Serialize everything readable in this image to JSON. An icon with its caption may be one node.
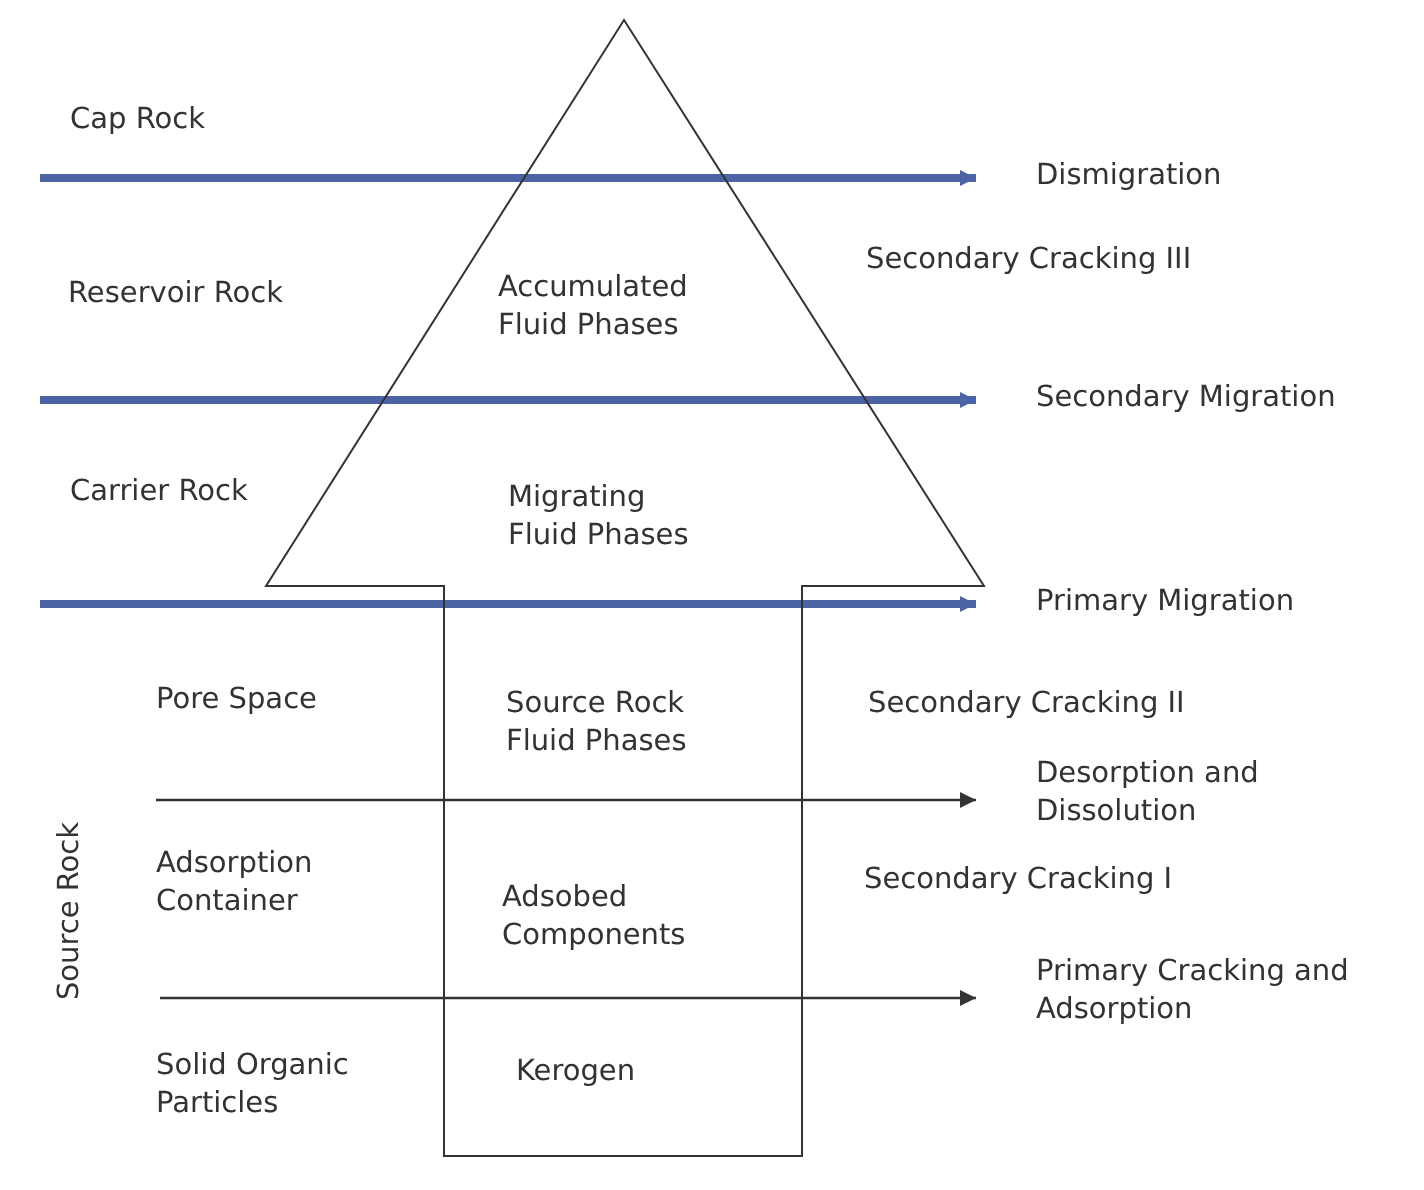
{
  "diagram": {
    "nodes": [
      {
        "text": [
          "Accumulated Fluid Phases",
          "Migrating Fluid Phases",
          "Source Rock Fluid Phases",
          "Adsobed Components",
          "Kerogen"
        ]
      },
      {
        "text": [
          "Dismigration"
        ]
      },
      {
        "text": [
          "Secondary Migration"
        ]
      },
      {
        "text": [
          "Primary Migration"
        ]
      },
      {
        "text": [
          "Desorption and Dissolution"
        ]
      },
      {
        "text": [
          "Primary Cracking and Adsorption"
        ]
      }
    ],
    "edges": [
      {
        "from": null,
        "to": 1,
        "arrow": "to"
      },
      {
        "from": null,
        "to": 2,
        "arrow": "to"
      },
      {
        "from": null,
        "to": 3,
        "arrow": "to"
      },
      {
        "from": null,
        "to": 4,
        "arrow": "to",
        "color": "#333333"
      },
      {
        "from": null,
        "to": 5,
        "arrow": "to",
        "color": "#333333"
      }
    ],
    "labels": [
      "Cap Rock",
      "Secondary Cracking III",
      "Reservoir Rock",
      "Carrier Rock",
      "Pore Space",
      "Secondary Cracking II",
      "Source Rock",
      "Adsorption Container",
      "Secondary Cracking I",
      "Solid Organic Particles"
    ]
  }
}
